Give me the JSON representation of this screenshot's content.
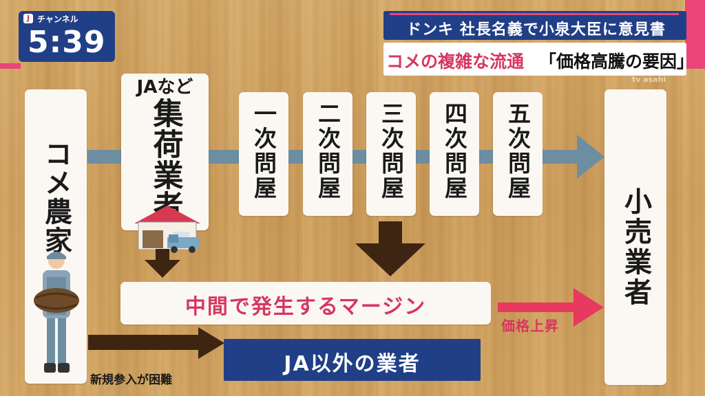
{
  "clock": {
    "channel": "チャンネル",
    "time": "5:39"
  },
  "headline": {
    "line1": "ドンキ 社長名義で小泉大臣に意見書",
    "line2_highlight": "コメの複雑な流通",
    "line2_rest": "「価格高騰の要因」"
  },
  "watermark": "tv asahi",
  "nodes": {
    "farmer": "コメ農家",
    "collector_top": "JAなど",
    "collector": "集荷業者",
    "wholesalers": [
      "一次問屋",
      "二次問屋",
      "三次問屋",
      "四次問屋",
      "五次問屋"
    ],
    "retailer": "小売業者"
  },
  "margin_box": "中間で発生するマージン",
  "price_rise": "価格上昇",
  "non_ja_box": "JA以外の業者",
  "entry_note": "新規参入が困難",
  "colors": {
    "navy": "#213f87",
    "pink": "#e9457a",
    "margin_text": "#d7365f",
    "arrow_gray": "#6d8ea0",
    "arrow_brown": "#3d2512"
  }
}
